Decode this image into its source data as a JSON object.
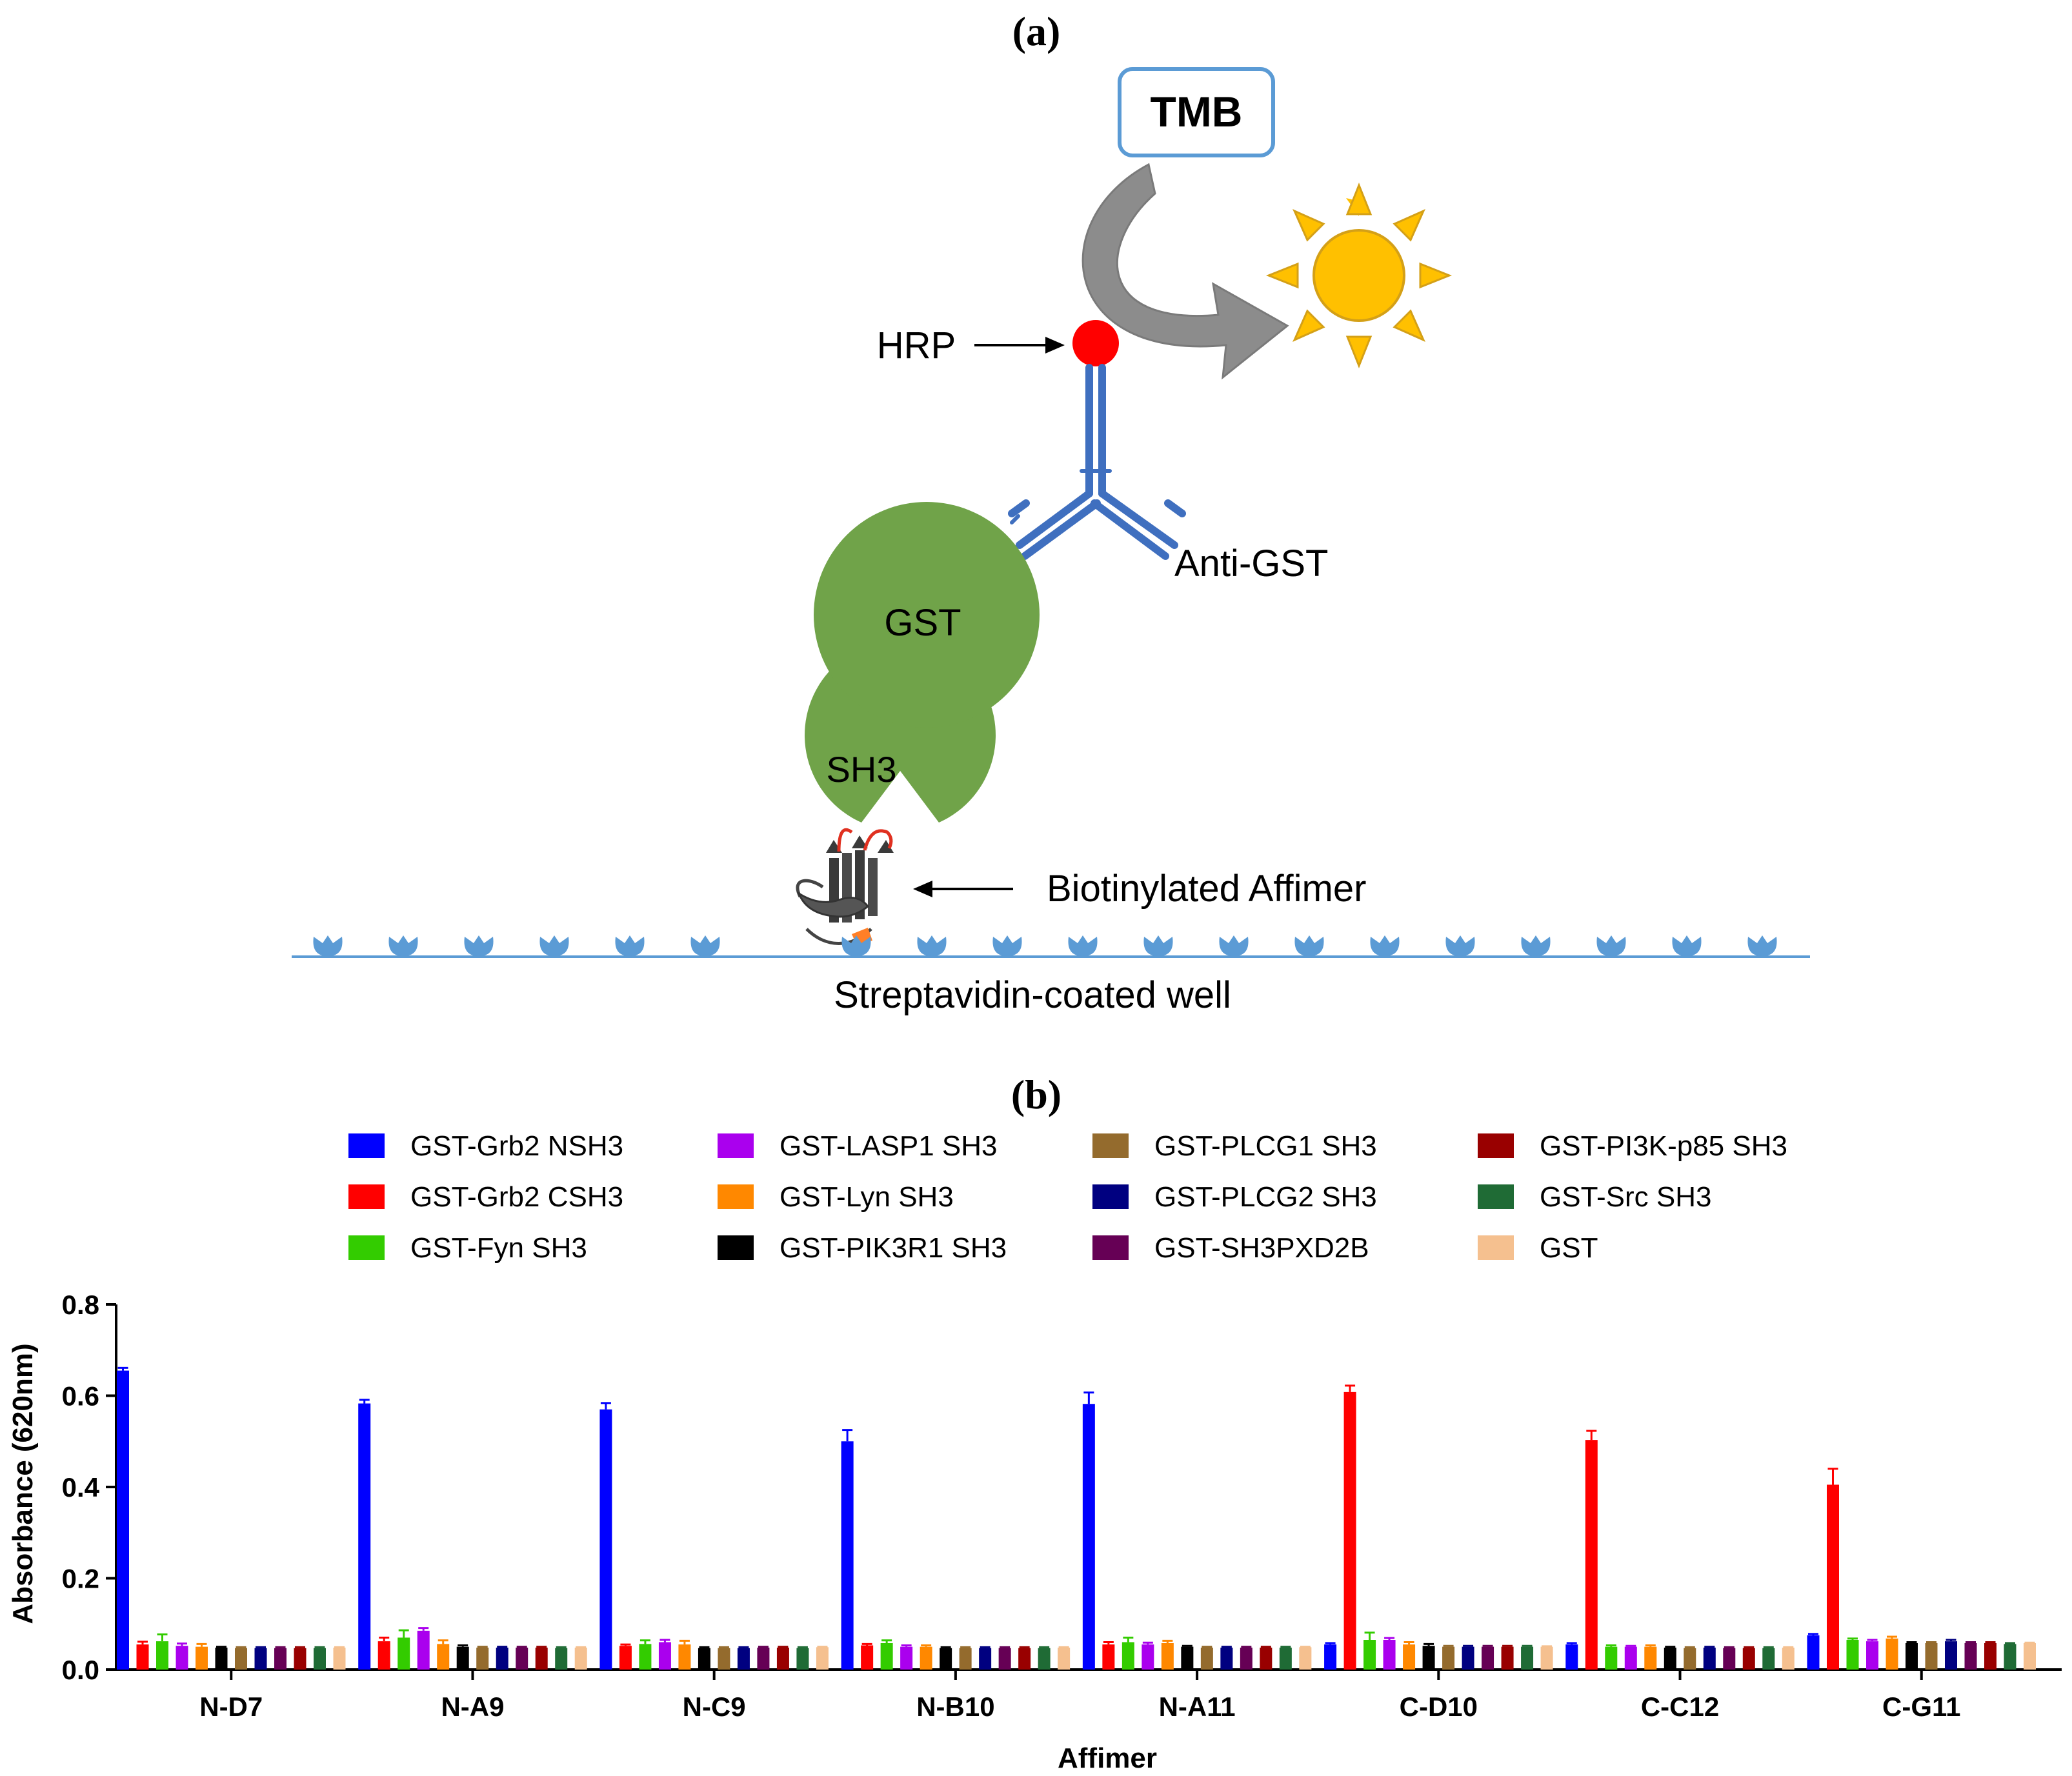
{
  "panel_a": {
    "label": "(a)",
    "tmb": "TMB",
    "hrp": "HRP",
    "anti_gst": "Anti-GST",
    "gst": "GST",
    "sh3": "SH3",
    "affimer": "Biotinylated Affimer",
    "well": "Streptavidin-coated well",
    "colors": {
      "antibody": "#3f6fbf",
      "hrp": "#ff0000",
      "protein": "#70a349",
      "tmb_box": "#5b9bd5",
      "sun": "#ffc000",
      "sun_outline": "#d4a017",
      "arrow": "#8c8c8c",
      "streptavidin": "#5b9bd5"
    }
  },
  "panel_b": {
    "label": "(b)"
  },
  "chart_data": {
    "type": "bar",
    "title": "",
    "xlabel": "Affimer",
    "ylabel": "Absorbance (620nm)",
    "ylim": [
      0,
      0.8
    ],
    "yticks": [
      "0.0",
      "0.2",
      "0.4",
      "0.6",
      "0.8"
    ],
    "grid": false,
    "legend_position": "top",
    "categories": [
      "N-D7",
      "N-A9",
      "N-C9",
      "N-B10",
      "N-A11",
      "C-D10",
      "C-C12",
      "C-G11"
    ],
    "series": [
      {
        "name": "GST-Grb2 NSH3",
        "color": "#0000ff",
        "values": [
          0.655,
          0.583,
          0.57,
          0.5,
          0.582,
          0.055,
          0.055,
          0.075
        ],
        "errors": [
          0.006,
          0.008,
          0.014,
          0.025,
          0.025,
          0.003,
          0.003,
          0.003
        ]
      },
      {
        "name": "GST-Grb2 CSH3",
        "color": "#ff0000",
        "values": [
          0.055,
          0.062,
          0.052,
          0.053,
          0.055,
          0.608,
          0.503,
          0.405
        ],
        "errors": [
          0.006,
          0.008,
          0.003,
          0.003,
          0.005,
          0.014,
          0.02,
          0.035
        ]
      },
      {
        "name": "GST-Fyn SH3",
        "color": "#33cc00",
        "values": [
          0.062,
          0.07,
          0.056,
          0.058,
          0.06,
          0.065,
          0.05,
          0.065
        ],
        "errors": [
          0.015,
          0.016,
          0.008,
          0.006,
          0.01,
          0.016,
          0.003,
          0.003
        ]
      },
      {
        "name": "GST-LASP1 SH3",
        "color": "#aa00ee",
        "values": [
          0.052,
          0.085,
          0.06,
          0.05,
          0.055,
          0.065,
          0.05,
          0.062
        ],
        "errors": [
          0.005,
          0.006,
          0.005,
          0.003,
          0.004,
          0.004,
          0.002,
          0.003
        ]
      },
      {
        "name": "GST-Lyn SH3",
        "color": "#ff8800",
        "values": [
          0.05,
          0.056,
          0.055,
          0.05,
          0.058,
          0.055,
          0.05,
          0.068
        ],
        "errors": [
          0.006,
          0.008,
          0.008,
          0.003,
          0.005,
          0.005,
          0.003,
          0.004
        ]
      },
      {
        "name": "GST-PIK3R1 SH3",
        "color": "#000000",
        "values": [
          0.048,
          0.05,
          0.047,
          0.047,
          0.05,
          0.052,
          0.048,
          0.058
        ],
        "errors": [
          0.002,
          0.003,
          0.002,
          0.002,
          0.002,
          0.004,
          0.002,
          0.002
        ]
      },
      {
        "name": "GST-PLCG1 SH3",
        "color": "#946b2d",
        "values": [
          0.047,
          0.048,
          0.047,
          0.047,
          0.048,
          0.05,
          0.047,
          0.058
        ],
        "errors": [
          0.002,
          0.002,
          0.002,
          0.002,
          0.002,
          0.002,
          0.002,
          0.002
        ]
      },
      {
        "name": "GST-PLCG2 SH3",
        "color": "#000080",
        "values": [
          0.047,
          0.048,
          0.047,
          0.047,
          0.048,
          0.05,
          0.048,
          0.062
        ],
        "errors": [
          0.002,
          0.002,
          0.002,
          0.002,
          0.002,
          0.002,
          0.002,
          0.003
        ]
      },
      {
        "name": "GST-SH3PXD2B",
        "color": "#660055",
        "values": [
          0.047,
          0.048,
          0.048,
          0.047,
          0.048,
          0.05,
          0.047,
          0.058
        ],
        "errors": [
          0.002,
          0.002,
          0.002,
          0.002,
          0.002,
          0.002,
          0.002,
          0.002
        ]
      },
      {
        "name": "GST-PI3K-p85 SH3",
        "color": "#990000",
        "values": [
          0.047,
          0.048,
          0.048,
          0.047,
          0.048,
          0.05,
          0.047,
          0.058
        ],
        "errors": [
          0.002,
          0.002,
          0.002,
          0.002,
          0.002,
          0.002,
          0.002,
          0.002
        ]
      },
      {
        "name": "GST-Src SH3",
        "color": "#1f6b35",
        "values": [
          0.047,
          0.047,
          0.047,
          0.047,
          0.048,
          0.05,
          0.047,
          0.056
        ],
        "errors": [
          0.002,
          0.002,
          0.002,
          0.002,
          0.002,
          0.002,
          0.002,
          0.002
        ]
      },
      {
        "name": "GST",
        "color": "#f5c08f",
        "values": [
          0.048,
          0.048,
          0.049,
          0.048,
          0.049,
          0.05,
          0.048,
          0.058
        ],
        "errors": [
          0.001,
          0.001,
          0.001,
          0.001,
          0.001,
          0.001,
          0.001,
          0.001
        ]
      }
    ]
  }
}
